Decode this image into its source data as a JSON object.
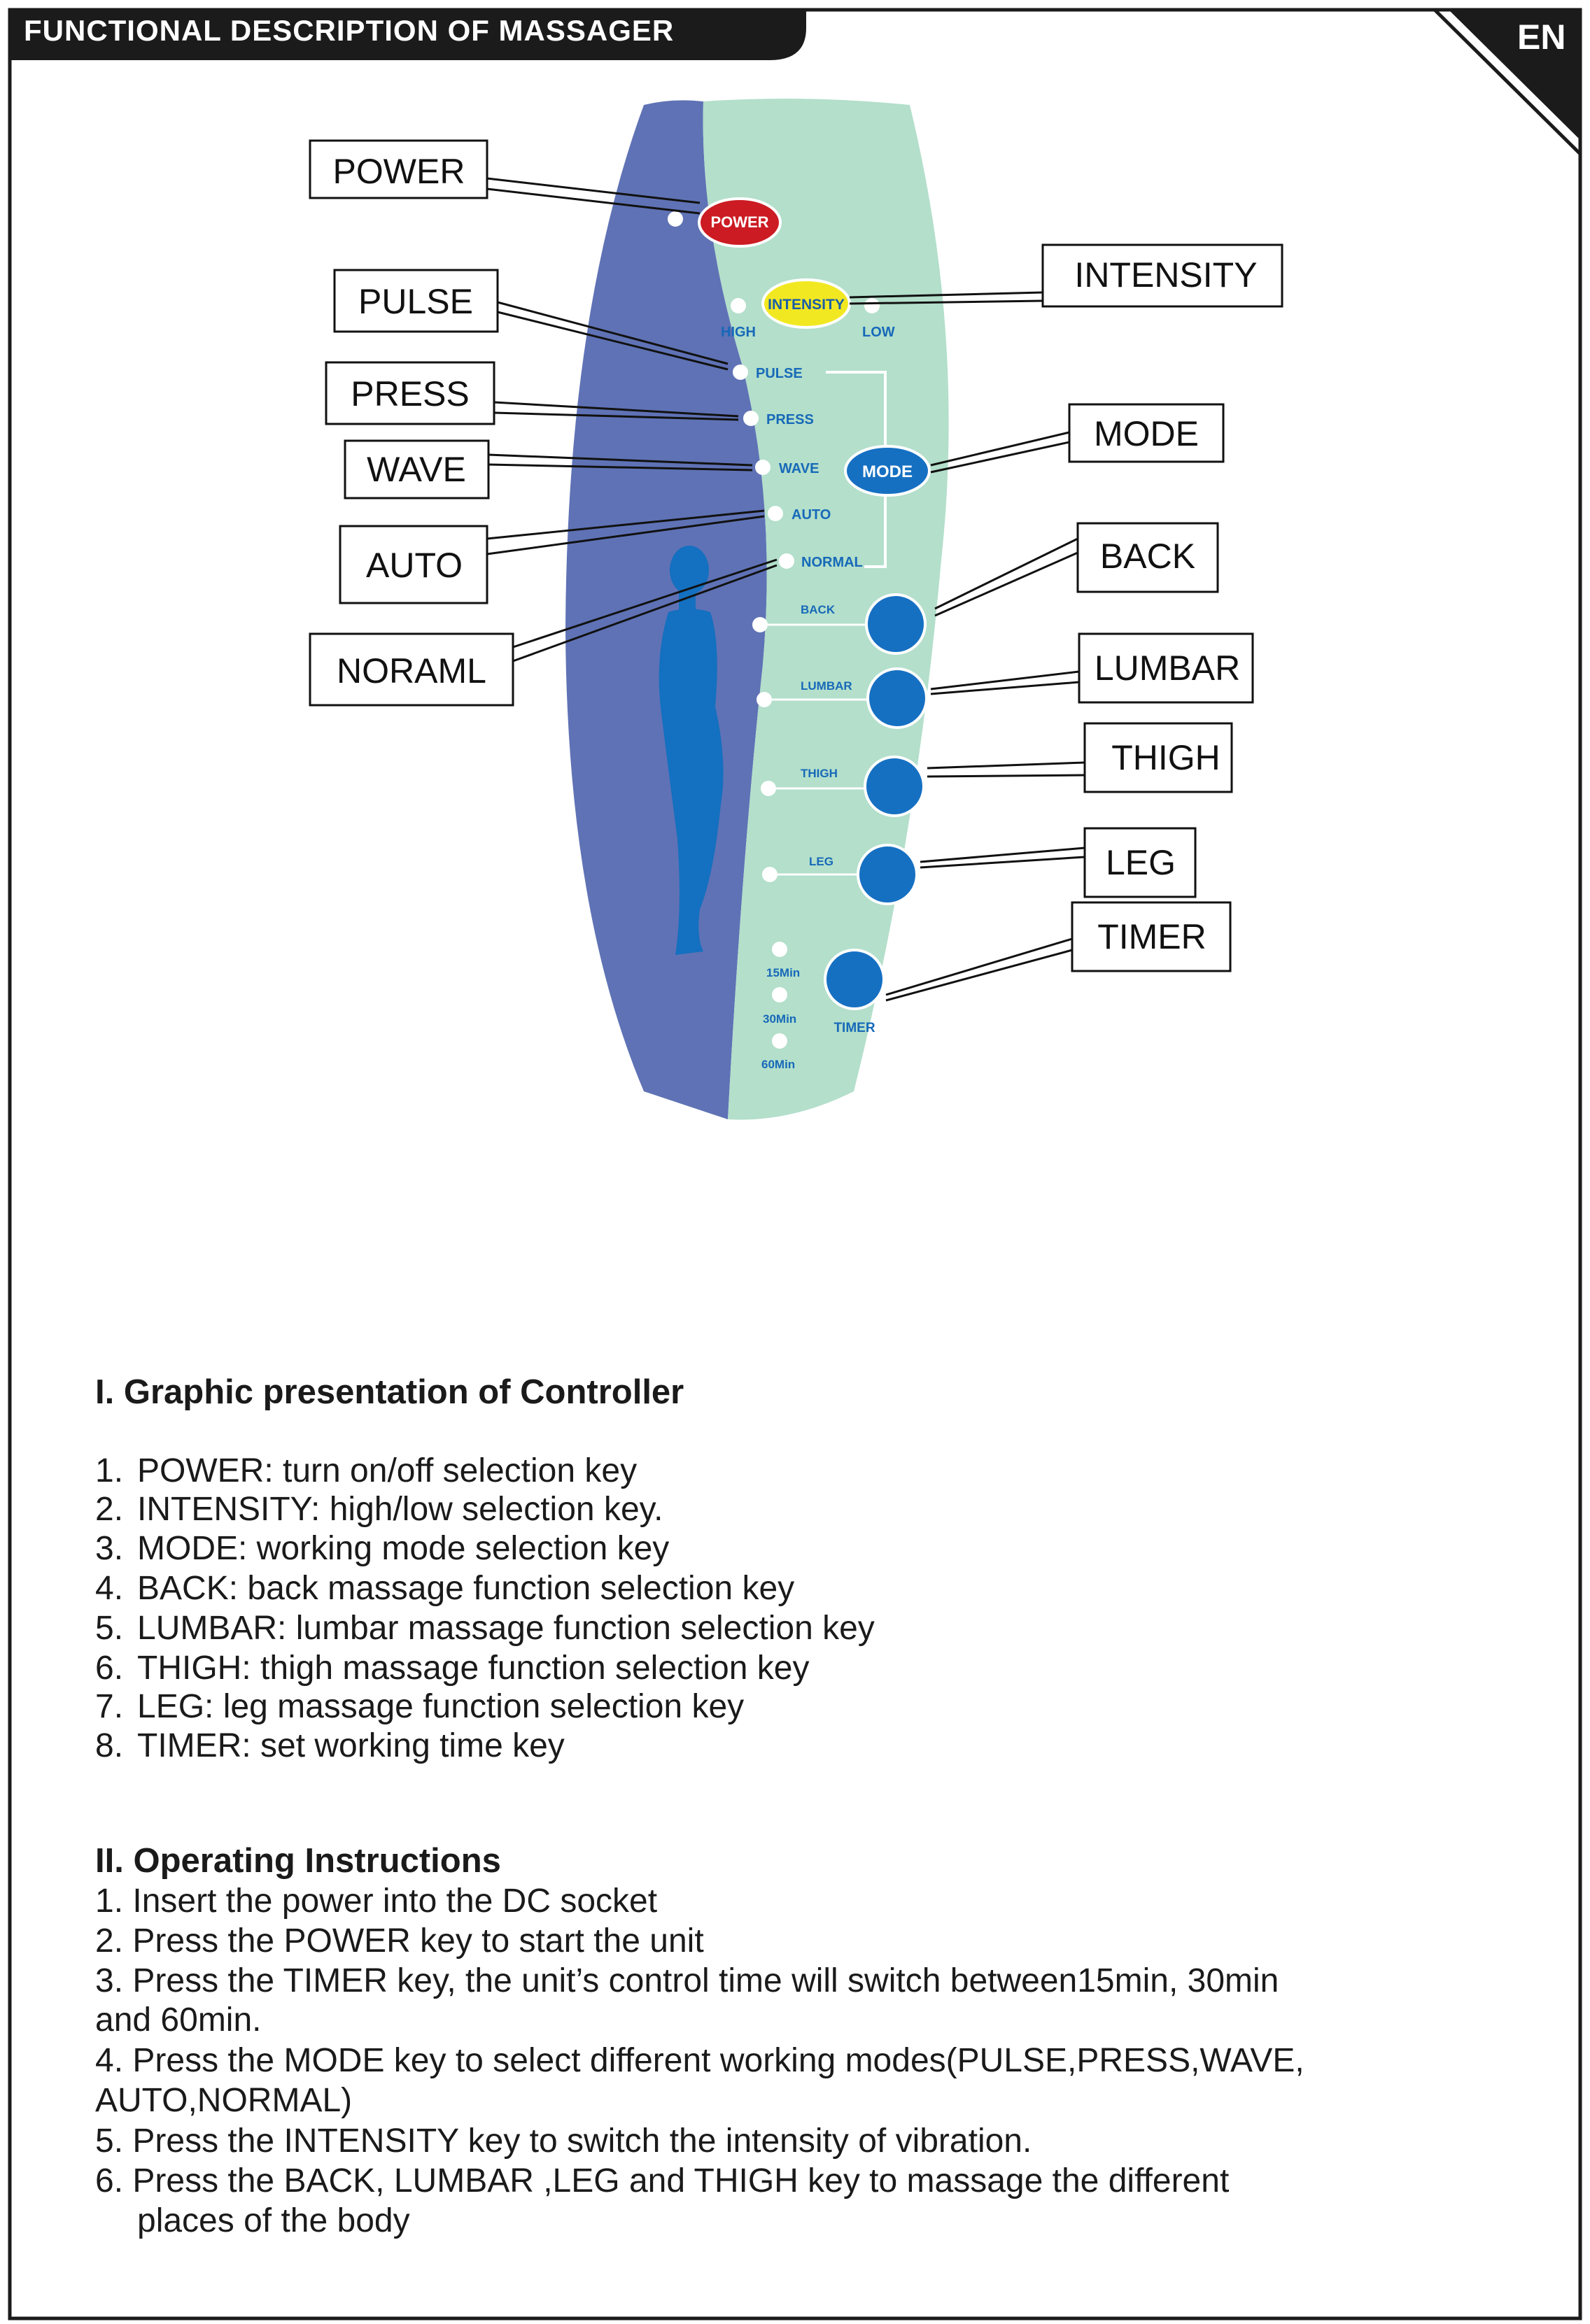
{
  "header": {
    "title": "FUNCTIONAL DESCRIPTION OF MASSAGER",
    "lang_badge": "EN"
  },
  "callouts": {
    "power": "POWER",
    "pulse": "PULSE",
    "press": "PRESS",
    "wave": "WAVE",
    "auto": "AUTO",
    "normal": "NORAML",
    "intensity": "INTENSITY",
    "mode": "MODE",
    "back": "BACK",
    "lumbar": "LUMBAR",
    "thigh": "THIGH",
    "leg": "LEG",
    "timer": "TIMER"
  },
  "panel": {
    "power_btn": "POWER",
    "intensity_btn": "INTENSITY",
    "high": "HIGH",
    "low": "LOW",
    "pulse": "PULSE",
    "press": "PRESS",
    "wave": "WAVE",
    "mode_btn": "MODE",
    "auto": "AUTO",
    "normal": "NORMAL",
    "back": "BACK",
    "lumbar": "LUMBAR",
    "thigh": "THIGH",
    "leg": "LEG",
    "t15": "15Min",
    "t30": "30Min",
    "t60": "60Min",
    "timer_btn": "TIMER"
  },
  "section1": {
    "heading": "I. Graphic presentation of Controller",
    "items": [
      {
        "num": "1.",
        "text": "POWER: turn on/off selection key"
      },
      {
        "num": "2.",
        "text": "INTENSITY: high/low selection key."
      },
      {
        "num": "3.",
        "text": "MODE: working mode selection key"
      },
      {
        "num": "4.",
        "text": "BACK: back massage function selection key"
      },
      {
        "num": "5.",
        "text": "LUMBAR: lumbar massage function selection key"
      },
      {
        "num": "6.",
        "text": "THIGH: thigh massage function selection key"
      },
      {
        "num": "7.",
        "text": "LEG: leg massage function selection key"
      },
      {
        "num": "8.",
        "text": "TIMER: set working time key"
      }
    ]
  },
  "section2": {
    "heading": "II. Operating Instructions",
    "items": [
      {
        "line": "1. Insert the power into the DC socket"
      },
      {
        "line": "2. Press the POWER key to start the unit"
      },
      {
        "line": "3. Press the TIMER key, the unit’s control time will switch between15min, 30min"
      },
      {
        "line": "and 60min."
      },
      {
        "line": "4. Press the MODE key to select different working modes(PULSE,PRESS,WAVE,"
      },
      {
        "line": "AUTO,NORMAL)"
      },
      {
        "line": "5. Press the INTENSITY key to switch the intensity of vibration."
      },
      {
        "line": "6. Press the BACK, LUMBAR ,LEG  and THIGH key  to massage the different"
      },
      {
        "line": "places of the body"
      }
    ]
  },
  "colors": {
    "panel_mint": "#b3dfcb",
    "panel_blue": "#5f72b5",
    "button_blue": "#1670c2",
    "power_red": "#cc1b22",
    "intensity_yellow": "#f2e822",
    "header_black": "#1b1b1b"
  }
}
